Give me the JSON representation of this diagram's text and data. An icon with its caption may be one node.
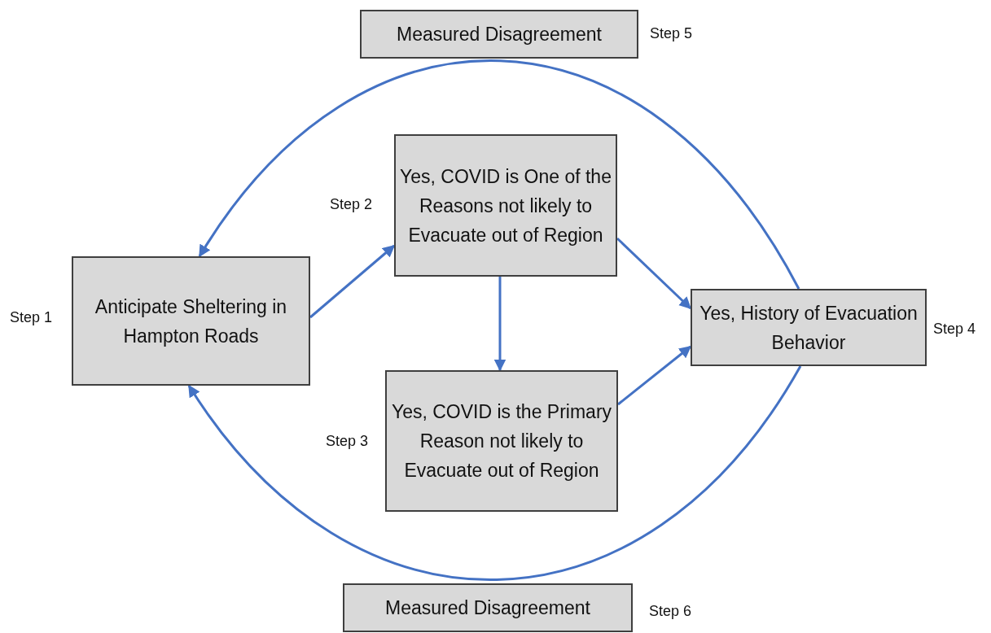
{
  "diagram": {
    "nodes": [
      {
        "text": [
          "Measured Disagreement"
        ],
        "beside": [
          "Step 5"
        ]
      },
      {
        "text": [
          "Yes, COVID is One of the Reasons not likely to Evacuate out of Region"
        ],
        "beside": [
          "Step 2"
        ]
      },
      {
        "text": [
          "Anticipate Sheltering in Hampton Roads"
        ],
        "beside": [
          "Step 1"
        ]
      },
      {
        "text": [
          "Yes, History of Evacuation Behavior"
        ],
        "beside": [
          "Step 4"
        ]
      },
      {
        "text": [
          "Yes, COVID is the Primary Reason not likely to Evacuate out of Region"
        ],
        "beside": [
          "Step 3"
        ]
      },
      {
        "text": [
          "Measured Disagreement"
        ],
        "beside": [
          "Step 6"
        ]
      }
    ],
    "edges": [
      {
        "from": 2,
        "to": 1,
        "arrow": "to"
      },
      {
        "from": 1,
        "to": 3,
        "arrow": "to"
      },
      {
        "from": 1,
        "to": 4,
        "arrow": "to"
      },
      {
        "from": 4,
        "to": 3,
        "arrow": "to"
      },
      {
        "from": 3,
        "to": 2,
        "arrow": "to"
      },
      {
        "from": 3,
        "to": 2,
        "arrow": "to"
      }
    ]
  }
}
